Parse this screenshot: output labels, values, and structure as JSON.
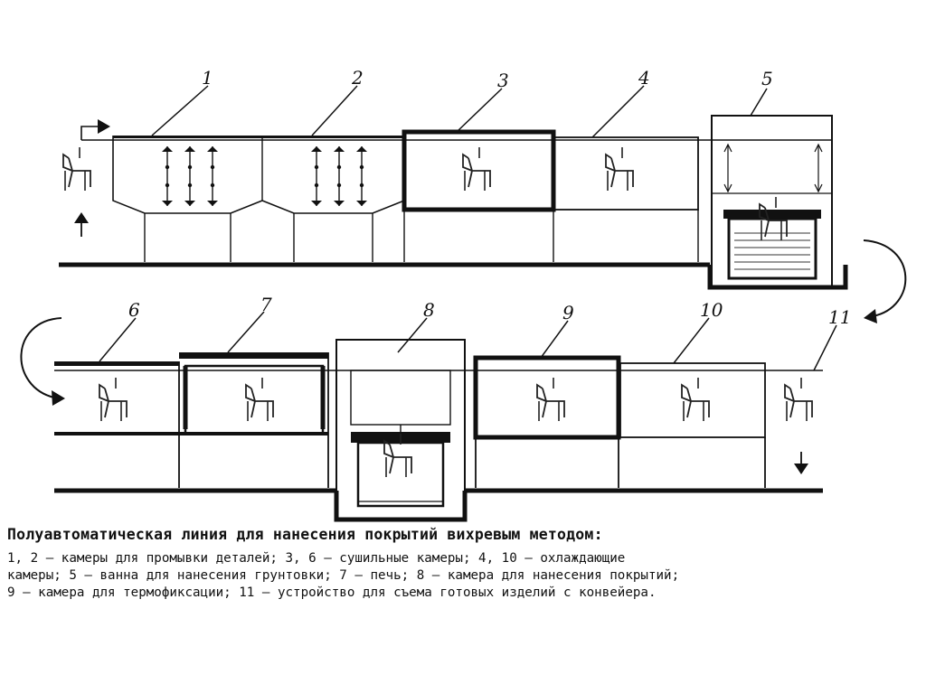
{
  "diagram": {
    "numbers": [
      "1",
      "2",
      "3",
      "4",
      "5",
      "6",
      "7",
      "8",
      "9",
      "10",
      "11"
    ]
  },
  "caption": {
    "title": "Полуавтоматическая линия для нанесения покрытий вихревым методом:",
    "body": "1, 2 — камеры для промывки деталей; 3, 6 — сушильные камеры; 4, 10 — охлаждающие\nкамеры; 5 — ванна для нанесения грунтовки; 7 — печь; 8 — камера для нанесения покрытий;\n9 — камера для термофиксации; 11 — устройство для съема готовых изделий с конвейера."
  }
}
